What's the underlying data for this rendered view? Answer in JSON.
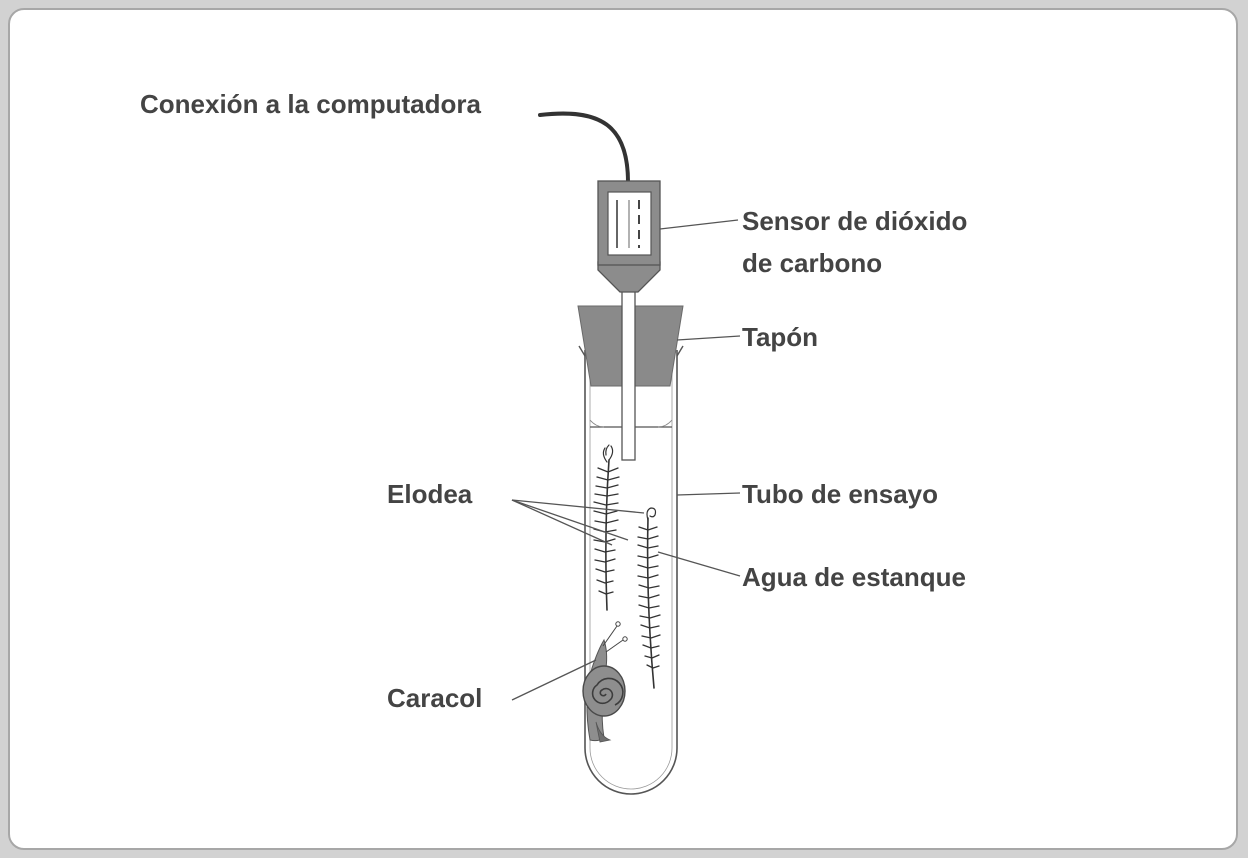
{
  "labels": {
    "computer_connection": "Conexión a la computadora",
    "co2_sensor_line1": "Sensor de dióxido",
    "co2_sensor_line2": "de carbono",
    "stopper": "Tapón",
    "elodea": "Elodea",
    "test_tube": "Tubo de ensayo",
    "pond_water": "Agua de estanque",
    "snail": "Caracol"
  },
  "colors": {
    "page_background": "#d2d2d2",
    "panel_background": "#ffffff",
    "panel_border": "#a7a7a7",
    "label_text": "#444444",
    "sensor_gray": "#8c8c8c",
    "stopper_gray": "#8a8a8a",
    "snail_gray": "#8e8e8e"
  }
}
